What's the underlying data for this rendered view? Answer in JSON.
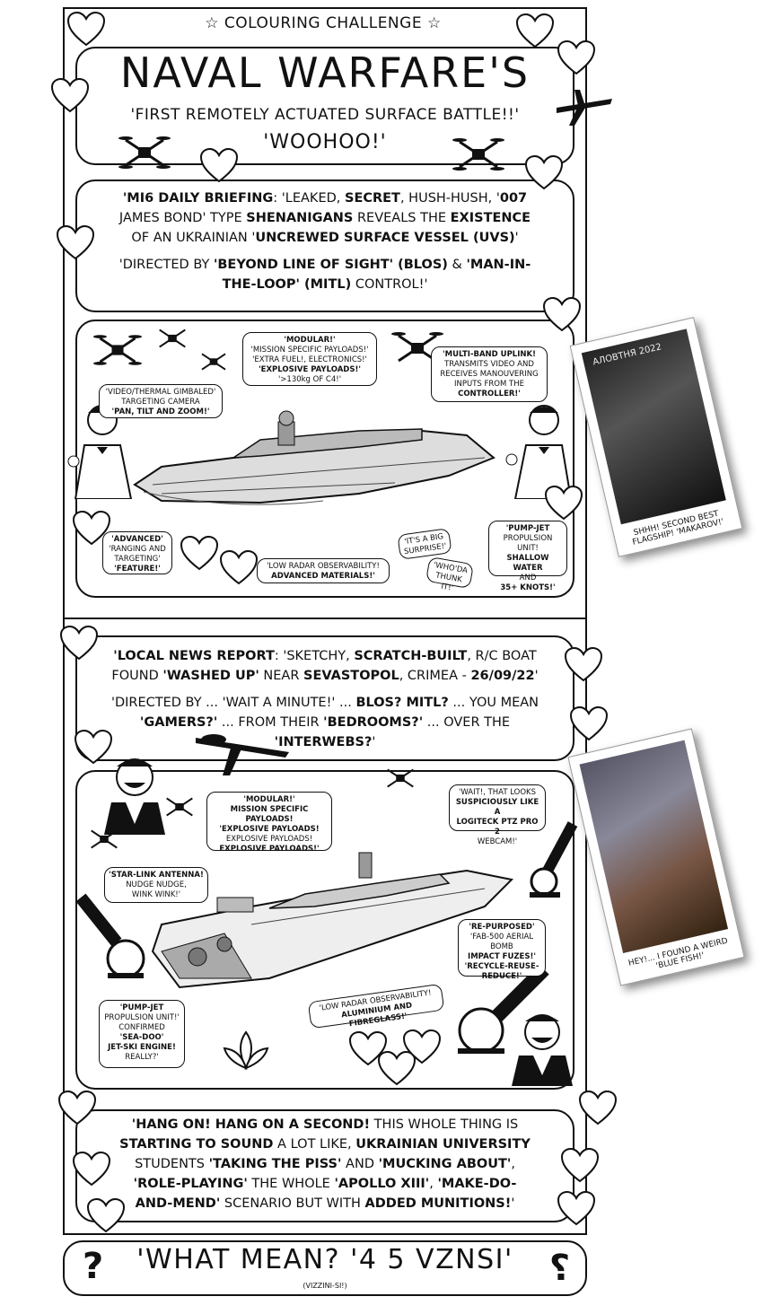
{
  "header": {
    "top_banner": "☆ COLOURING CHALLENGE ☆",
    "title": "NAVAL WARFARE'S",
    "subtitle": "'FIRST REMOTELY ACTUATED SURFACE BATTLE!!'",
    "exclaim": "'WOOHOO!'"
  },
  "briefing": {
    "line1_a": "'MI6 DAILY BRIEFING",
    "line1_b": ": 'LEAKED, ",
    "line1_c": "SECRET",
    "line1_d": ", HUSH-HUSH, '",
    "line1_e": "007",
    "line2_a": "JAMES BOND'",
    "line2_b": " TYPE ",
    "line2_c": "SHENANIGANS",
    "line2_d": " REVEALS THE ",
    "line2_e": "EXISTENCE",
    "line3_a": "OF AN UKRAINIAN '",
    "line3_b": "UNCREWED SURFACE VESSEL (UVS)",
    "line3_c": "'",
    "line4_a": "'DIRECTED BY ",
    "line4_b": "'BEYOND LINE OF SIGHT' (BLOS)",
    "line4_c": " & ",
    "line4_d": "'MAN-IN-",
    "line5_a": "THE-LOOP' (MITL)",
    "line5_b": " CONTROL!'"
  },
  "panel1_bubbles": {
    "modular": "'MODULAR!' 'MISSION SPECIFIC PAYLOADS!' 'EXTRA FUEL!, ELECTRONICS!' 'EXPLOSIVE PAYLOADS!' '>130kg OF C4!'",
    "modular_l1": "'MODULAR!'",
    "modular_l2": "'MISSION SPECIFIC PAYLOADS!'",
    "modular_l3": "'EXTRA FUEL!, ELECTRONICS!'",
    "modular_l4": "'EXPLOSIVE PAYLOADS!'",
    "modular_l5": "'>130kg OF C4!'",
    "uplink_l1": "'MULTI-BAND UPLINK!",
    "uplink_l2": "TRANSMITS VIDEO AND",
    "uplink_l3": "RECEIVES MANOUVERING",
    "uplink_l4": "INPUTS FROM THE",
    "uplink_l5": "CONTROLLER!'",
    "camera_l1": "'VIDEO/THERMAL GIMBALED'",
    "camera_l2": "TARGETING CAMERA",
    "camera_l3": "'PAN, TILT AND ZOOM!'",
    "advanced_l1": "'ADVANCED'",
    "advanced_l2": "'RANGING AND",
    "advanced_l3": "TARGETING'",
    "advanced_l4": "'FEATURE!'",
    "radar_l1": "'LOW RADAR OBSERVABILITY!",
    "radar_l2": "ADVANCED MATERIALS!'",
    "surprise_l1": "'IT'S A BIG",
    "surprise_l2": "SURPRISE!'",
    "thunk_l1": "'WHO'DA",
    "thunk_l2": "THUNK IT!'",
    "pumpjet_l1": "'PUMP-JET",
    "pumpjet_l2": "PROPULSION UNIT!",
    "pumpjet_l3": "SHALLOW WATER",
    "pumpjet_l4": "AND",
    "pumpjet_l5": "35+ KNOTS!'"
  },
  "photo1": {
    "header_text": "АЛОВТНЯ 2022",
    "caption": "SHHH! SECOND BEST FLAGSHIP! 'MAKAROV!'"
  },
  "news": {
    "line1_a": "'LOCAL NEWS REPORT",
    "line1_b": ": 'SKETCHY, ",
    "line1_c": "SCRATCH-BUILT",
    "line1_d": ", R/C BOAT",
    "line2_a": "FOUND ",
    "line2_b": "'WASHED UP'",
    "line2_c": " NEAR ",
    "line2_d": "SEVASTOPOL",
    "line2_e": ", CRIMEA - ",
    "line2_f": "26/09/22",
    "line2_g": "'",
    "line3": "'DIRECTED BY ... 'WAIT A MINUTE!' ... BLOS? MITL? ... YOU MEAN",
    "line3_a": "'DIRECTED BY ... 'WAIT A MINUTE!' ... ",
    "line3_b": "BLOS? MITL?",
    "line3_c": " ... YOU MEAN",
    "line4_a": "'GAMERS?'",
    "line4_b": " ... FROM THEIR ",
    "line4_c": "'BEDROOMS?'",
    "line4_d": " ... OVER THE",
    "line5_a": "'INTERWEBS?",
    "line5_b": "'"
  },
  "panel2_bubbles": {
    "modular_l1": "'MODULAR!'",
    "modular_l2": "MISSION SPECIFIC PAYLOADS!",
    "modular_l3": "'EXPLOSIVE PAYLOADS!",
    "modular_l4": "EXPLOSIVE PAYLOADS!",
    "modular_l5": "EXPLOSIVE PAYLOADS!'",
    "logitech_l1": "'WAIT!, THAT LOOKS",
    "logitech_l2": "SUSPICIOUSLY LIKE A",
    "logitech_l3": "LOGITECK PTZ PRO 2",
    "logitech_l4": "WEBCAM!'",
    "starlink_l1": "'STAR-LINK ANTENNA!",
    "starlink_l2": "NUDGE NUDGE,",
    "starlink_l3": "WINK WINK!'",
    "repurposed_l1": "'RE-PURPOSED'",
    "repurposed_l2": "'FAB-500 AERIAL BOMB",
    "repurposed_l3": "IMPACT FUZES!'",
    "repurposed_l4": "'RECYCLE-REUSE-",
    "repurposed_l5": "REDUCE!'",
    "radar_l1": "'LOW RADAR OBSERVABILITY!",
    "radar_l2": "ALUMINIUM AND FIBREGLASS!'",
    "pumpjet_l1": "'PUMP-JET",
    "pumpjet_l2": "PROPULSION UNIT!'",
    "pumpjet_l3": "CONFIRMED",
    "pumpjet_l4": "'SEA-DOO'",
    "pumpjet_l5": "JET-SKI ENGINE!",
    "pumpjet_l6": "REALLY?'"
  },
  "photo2": {
    "caption": "HEY!... I FOUND A WEIRD 'BLUE FISH!'"
  },
  "conclusion": {
    "line1_a": "'HANG ON! HANG ON A SECOND!",
    "line1_b": " THIS WHOLE THING IS",
    "line2_a": "STARTING TO SOUND",
    "line2_b": " A LOT LIKE, ",
    "line2_c": "UKRAINIAN UNIVERSITY",
    "line3_a": "STUDENTS ",
    "line3_b": "'TAKING THE PISS'",
    "line3_c": " AND ",
    "line3_d": "'MUCKING ABOUT'",
    "line3_e": ",",
    "line4_a": "'ROLE-PLAYING'",
    "line4_b": " THE WHOLE ",
    "line4_c": "'APOLLO XIII'",
    "line4_d": ", ",
    "line4_e": "'MAKE-DO-",
    "line5_a": "AND-MEND'",
    "line5_b": " SCENARIO BUT WITH ",
    "line5_c": "ADDED MUNITIONS!",
    "line5_d": "'"
  },
  "footer": {
    "main": "'WHAT MEAN? '4 5 VZNSI'",
    "sub": "(VIZZINI-SI!)",
    "left_symbol": "?",
    "right_symbol": "?"
  },
  "colors": {
    "ink": "#111111",
    "paper": "#ffffff"
  }
}
